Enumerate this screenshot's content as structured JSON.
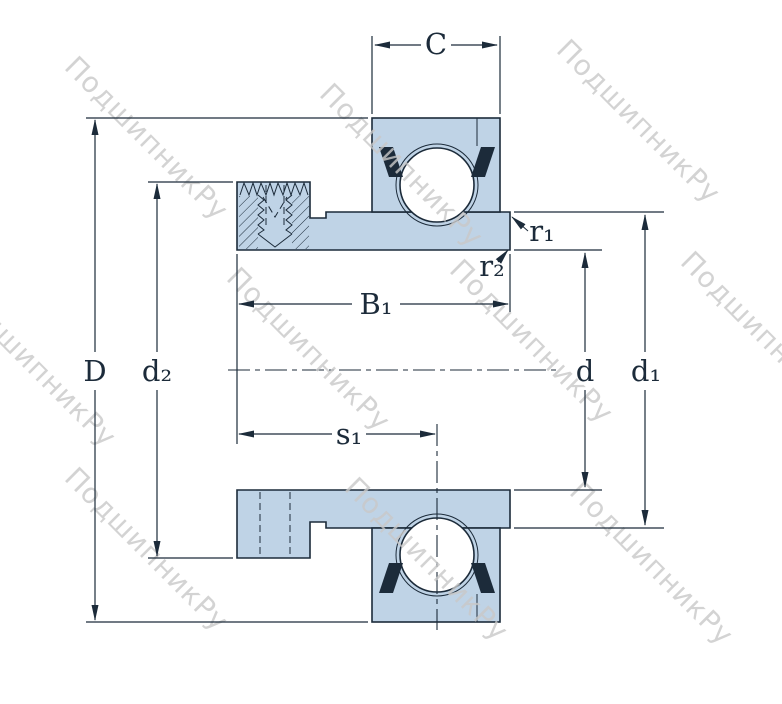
{
  "watermark": {
    "text": "ПодшипникРу"
  },
  "dimensions": {
    "C": "C",
    "D": "D",
    "d2": "d₂",
    "B1": "B₁",
    "s1": "s₁",
    "d": "d",
    "d1": "d₁",
    "r1": "r₁",
    "r2": "r₂"
  },
  "colors": {
    "fill": "#BFD3E6",
    "line": "#1C2B3A",
    "watermark": "#C9C9C9",
    "ball": "#FFFFFF",
    "background": "#FFFFFF"
  }
}
